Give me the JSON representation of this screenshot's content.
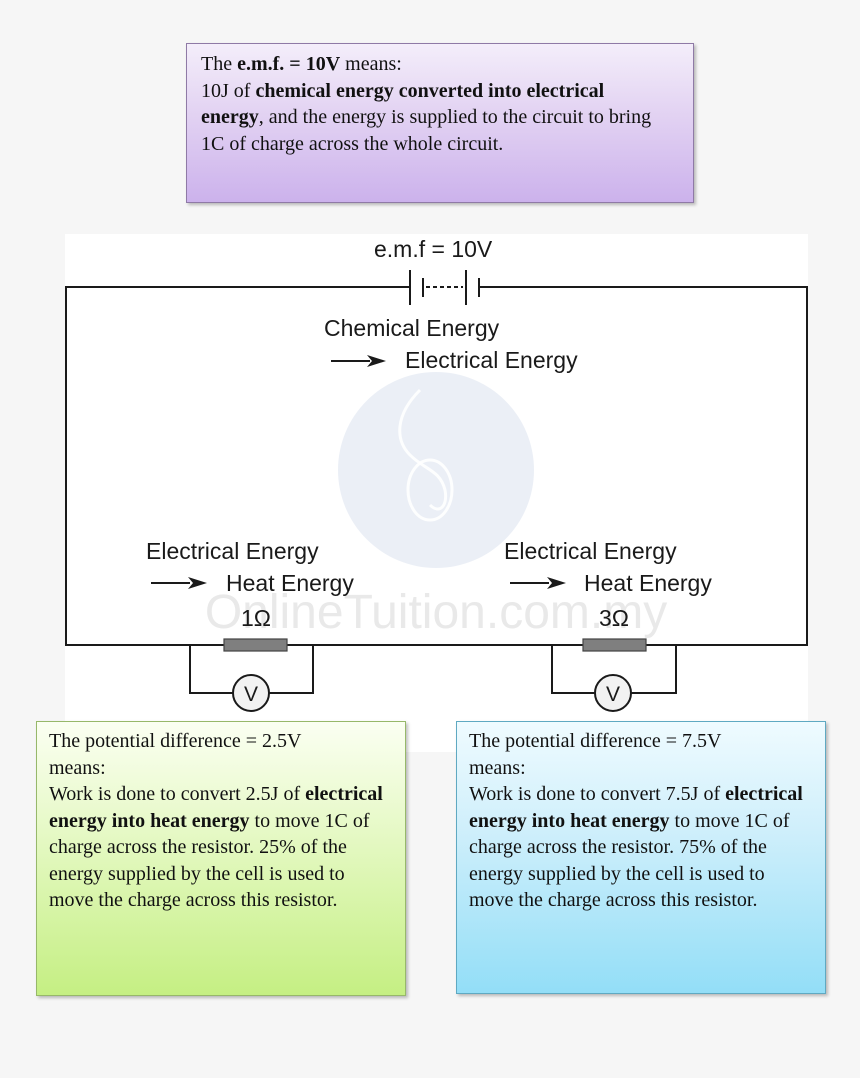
{
  "top_box": {
    "line1_pre": "The ",
    "line1_bold": "e.m.f. = 10V",
    "line1_post": " means:",
    "line2_pre": "10J of ",
    "line2_bold": "chemical energy converted into electrical energy",
    "line2_post": ", and the energy is supplied to the circuit to bring 1C of charge across the whole circuit."
  },
  "circuit": {
    "emf_label": "e.m.f = 10V",
    "cell_conversion_from": "Chemical Energy",
    "cell_conversion_to": "Electrical Energy",
    "arrow_glyph": "⟶",
    "left_conversion_from": "Electrical Energy",
    "left_conversion_to": "Heat Energy",
    "right_conversion_from": "Electrical Energy",
    "right_conversion_to": "Heat Energy",
    "left_resistor_label": "1Ω",
    "right_resistor_label": "3Ω",
    "voltmeter_symbol": "V",
    "watermark": "OnlineTuition.com.my"
  },
  "left_box": {
    "p1": "The potential difference = 2.5V means:",
    "p2_pre": "Work is done to convert 2.5J of ",
    "p2_bold": "electrical energy into heat energy",
    "p2_post": " to move 1C of charge across the resistor. 25% of the energy supplied by the cell is used to move the charge across this resistor."
  },
  "right_box": {
    "p1": "The potential difference = 7.5V means:",
    "p2_pre": "Work is done to convert 7.5J of ",
    "p2_bold": "electrical energy into heat energy",
    "p2_post": " to move 1C of charge across the resistor. 75% of the energy supplied by the cell is used to move the charge across this resistor."
  },
  "colors": {
    "wire": "#1a1a1a",
    "resistor_fill": "#7f7f7f",
    "top_box_fill": "#ccb2ec",
    "left_box_fill": "#c5ef83",
    "right_box_fill": "#93def7"
  }
}
